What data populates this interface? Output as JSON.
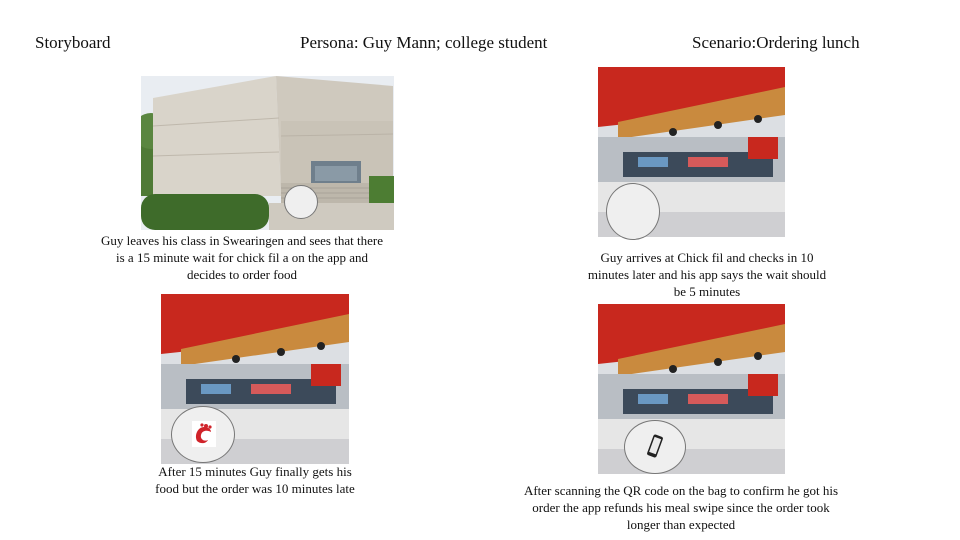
{
  "header": {
    "left": "Storyboard",
    "center": "Persona: Guy Mann; college student",
    "right": "Scenario:Ordering lunch"
  },
  "panels": [
    {
      "scene": "campus-building",
      "caption": "Guy leaves his class in Swearingen and sees that there is a 15 minute wait for   chick fil a on the app and decides to order food"
    },
    {
      "scene": "restaurant-counter",
      "caption": "Guy arrives at Chick fil and checks in 10 minutes later and his app says the wait should be 5 minutes"
    },
    {
      "scene": "restaurant-counter",
      "bubble_icon": "chick-fil-a-logo-icon",
      "caption": "After 15 minutes Guy finally gets his food but the order was 10 minutes late"
    },
    {
      "scene": "restaurant-counter",
      "bubble_icon": "smartphone-icon",
      "caption": "After scanning the QR code on the bag to confirm he got his order the app refunds his meal swipe since the order took longer than expected"
    }
  ],
  "colors": {
    "restaurant_red": "#c8281e",
    "wood_ceiling": "#c98a3e",
    "building_stone": "#d7d2c8",
    "hedge_green": "#3e6b2a",
    "sky": "#e9edf2"
  }
}
